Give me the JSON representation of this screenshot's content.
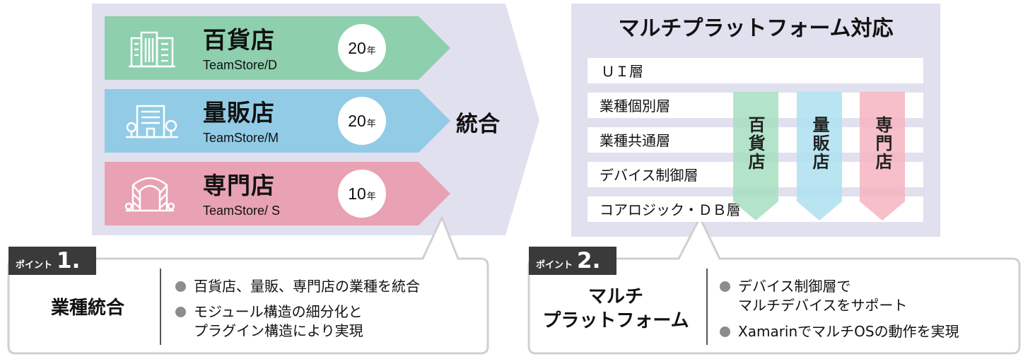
{
  "stores": [
    {
      "name": "百貨店",
      "sub": "TeamStore/D",
      "years": "20",
      "icon": "department-store-icon",
      "color": "#8ecfae"
    },
    {
      "name": "量販店",
      "sub": "TeamStore/M",
      "years": "20",
      "icon": "mass-retail-store-icon",
      "color": "#92cbe5"
    },
    {
      "name": "専門店",
      "sub": "TeamStore/ S",
      "years": "10",
      "icon": "specialty-store-icon",
      "color": "#e8a2b3"
    }
  ],
  "year_unit": "年",
  "merge_label": "統合",
  "platform": {
    "title": "マルチプラットフォーム対応",
    "layers": [
      "ＵＩ層",
      "業種個別層",
      "業種共通層",
      "デバイス制御層",
      "コアロジック・ＤＢ層"
    ],
    "columns": [
      {
        "label": "百貨店",
        "color": "#a6dfc0"
      },
      {
        "label": "量販店",
        "color": "#ade0f0"
      },
      {
        "label": "専門店",
        "color": "#f5b4bf"
      }
    ]
  },
  "points": [
    {
      "tag_small": "ポイント",
      "tag_num": "1.",
      "heading_lines": [
        "業種統合"
      ],
      "bullets": [
        [
          "百貨店、量販、専門店の業種を統合"
        ],
        [
          "モジュール構造の細分化と",
          "プラグイン構造により実現"
        ]
      ]
    },
    {
      "tag_small": "ポイント",
      "tag_num": "2.",
      "heading_lines": [
        "マルチ",
        "プラットフォーム"
      ],
      "bullets": [
        [
          "デバイス制御層で",
          "マルチデバイスをサポート"
        ],
        [
          "XamarinでマルチOSの動作を実現"
        ]
      ]
    }
  ],
  "colors": {
    "panel_bg": "#e1e0ef",
    "tag_bg": "#3a3a3a",
    "callout_border": "#d0d0d0"
  }
}
